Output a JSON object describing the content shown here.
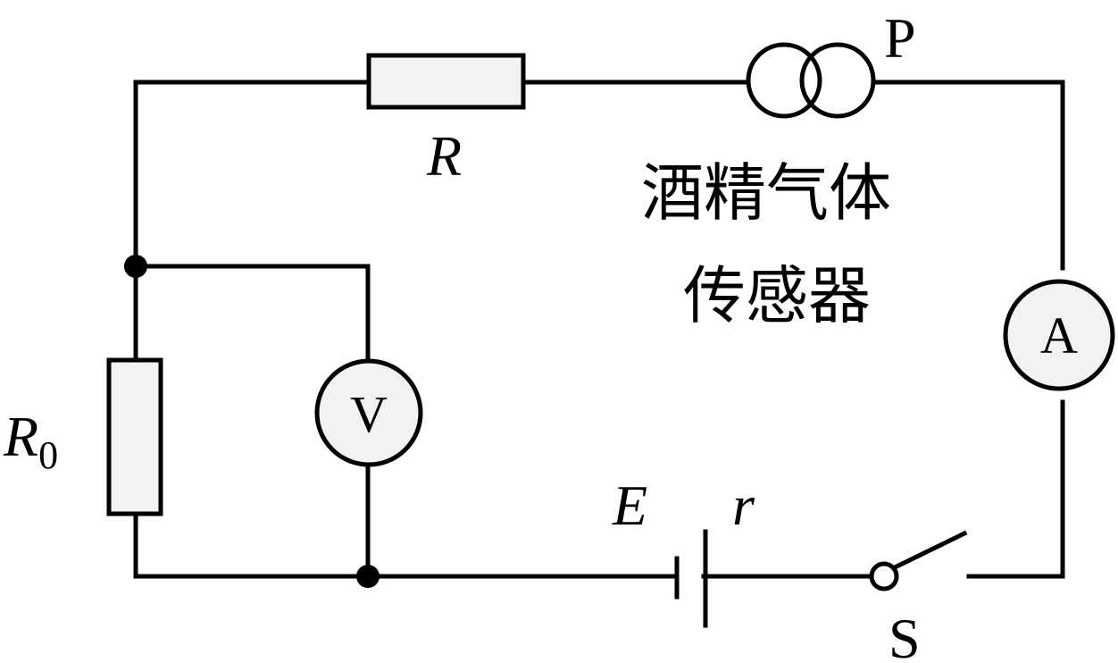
{
  "labels": {
    "resistor_R": "R",
    "resistor_R0_main": "R",
    "resistor_R0_sub": "0",
    "sensor_P": "P",
    "sensor_line1": "酒精气体",
    "sensor_line2": "传感器",
    "ammeter": "A",
    "voltmeter": "V",
    "emf": "E",
    "internal_r": "r",
    "switch": "S"
  }
}
